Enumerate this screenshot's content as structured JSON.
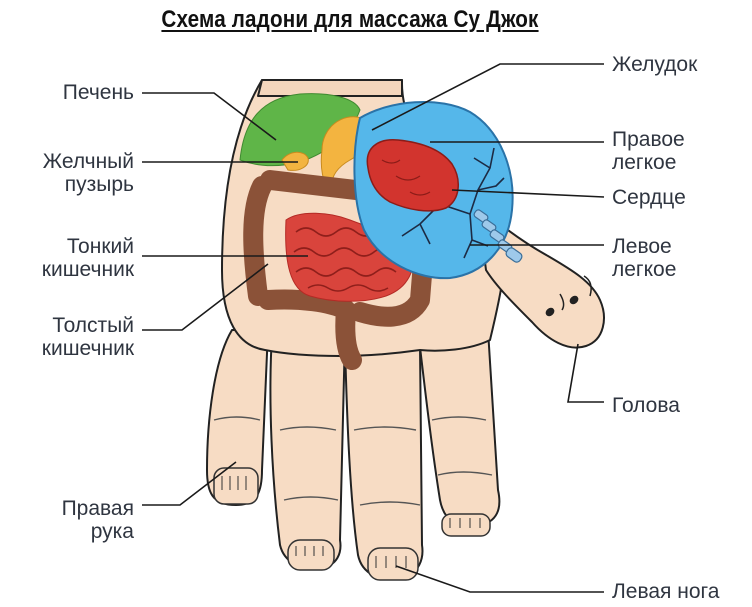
{
  "title": "Схема ладони для массажа Су Джок",
  "labels": {
    "liver": "Печень",
    "gallbladder": "Желчный\nпузырь",
    "small_intestine": "Тонкий\nкишечник",
    "large_intestine": "Толстый\nкишечник",
    "right_arm": "Правая\nрука",
    "stomach": "Желудок",
    "right_lung": "Правое\nлегкое",
    "heart": "Сердце",
    "left_lung": "Левое\nлегкое",
    "head": "Голова",
    "left_leg": "Левая нога"
  },
  "colors": {
    "skin": "#f7dcc4",
    "outline": "#222222",
    "liver": "#5fb548",
    "gallbladder": "#f3b440",
    "colon": "#8b5238",
    "small_intestine": "#d9443c",
    "lung": "#55b7ea",
    "heart": "#d2342e",
    "label_text": "#2f3540"
  }
}
